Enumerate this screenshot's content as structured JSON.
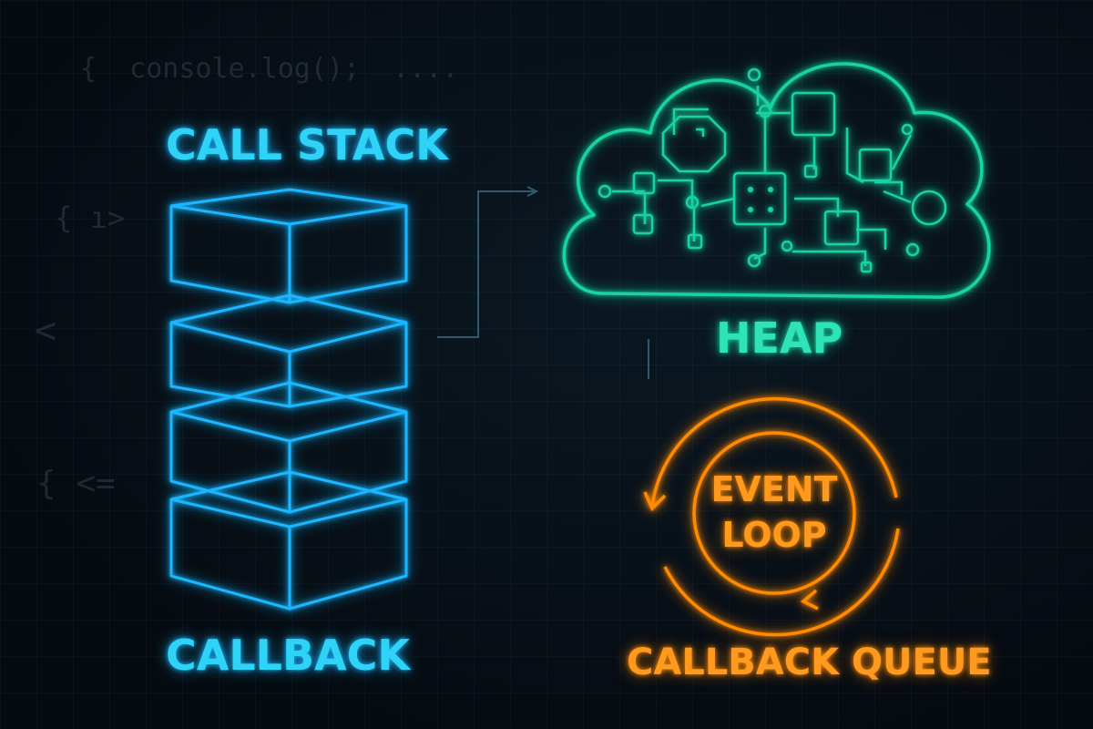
{
  "labels": {
    "call_stack": "CALL STACK",
    "heap": "HEAP",
    "event_loop_line1": "EVENT",
    "event_loop_line2": "LOOP",
    "callback": "CALLBACK",
    "callback_queue": "CALLBACK QUEUE"
  },
  "background_code": {
    "top_line": "{  console.log();  ....",
    "brace_1": "{ ı>",
    "brace_2": "<",
    "brace_3": "{ <="
  },
  "colors": {
    "background": "#070d14",
    "stack_blue": "#1ab6ff",
    "stack_text": "#2fd3f6",
    "heap_teal": "#16d3a0",
    "loop_orange": "#ff8a00"
  }
}
